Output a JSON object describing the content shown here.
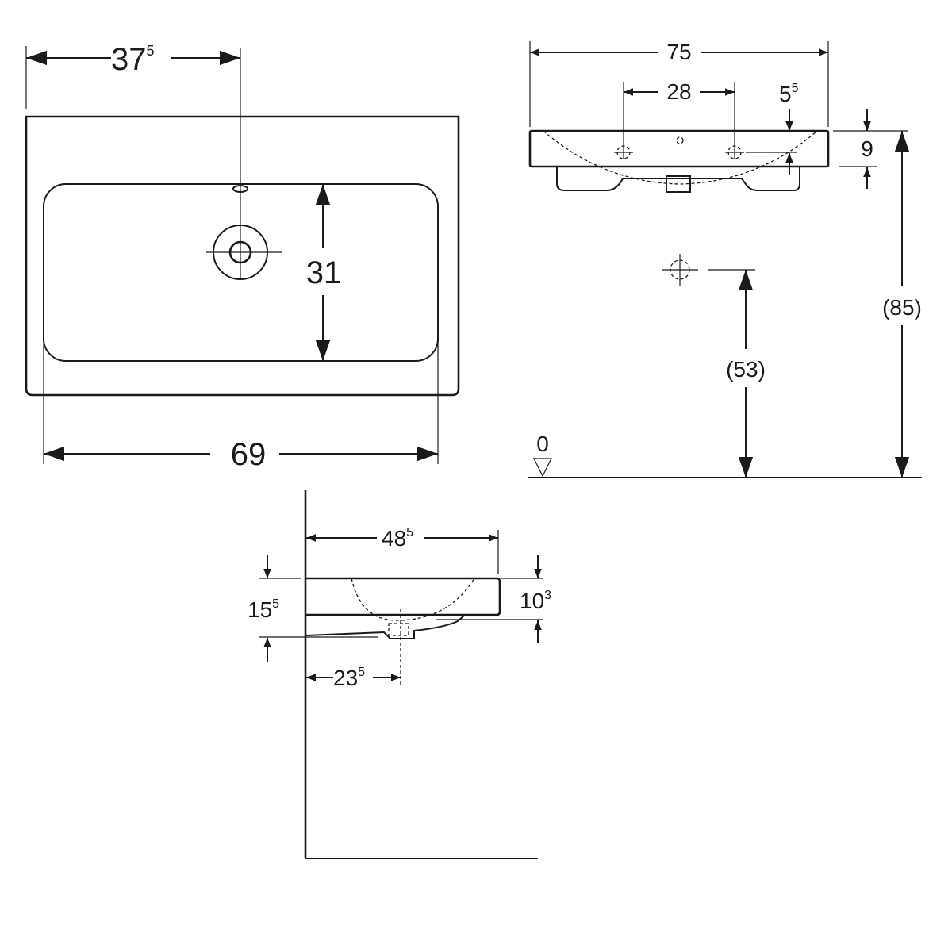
{
  "drawing": {
    "top_view": {
      "width_to_drain": {
        "main": "37",
        "sup": "5"
      },
      "basin_depth": "31",
      "basin_width": "69"
    },
    "front_view": {
      "overall_width": "75",
      "tap_spacing": "28",
      "tap_offset": {
        "main": "5",
        "sup": "5"
      },
      "rim_height": "9",
      "mount_height": "(85)",
      "waste_height": "(53)",
      "floor_level": "0"
    },
    "side_view": {
      "projection": {
        "main": "48",
        "sup": "5"
      },
      "total_height": {
        "main": "15",
        "sup": "5"
      },
      "body_height": {
        "main": "10",
        "sup": "3"
      },
      "drain_offset": {
        "main": "23",
        "sup": "5"
      }
    },
    "colors": {
      "line": "#1a1a1a",
      "background": "#ffffff"
    }
  }
}
